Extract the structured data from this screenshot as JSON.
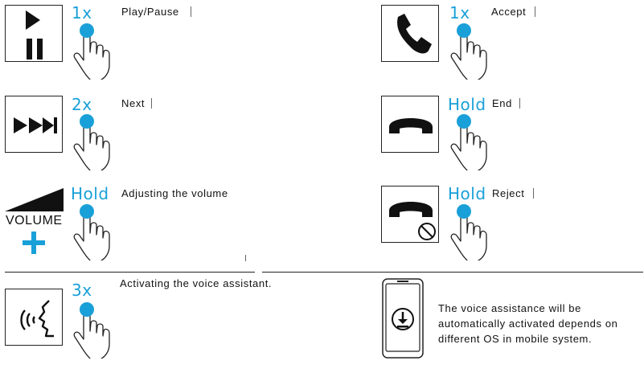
{
  "colors": {
    "accent": "#1aa0d8",
    "ink": "#111111"
  },
  "rows": [
    {
      "icon": "play-pause-icon",
      "count": "1x",
      "label": "Play/Pause"
    },
    {
      "icon": "phone-accept-icon",
      "count": "1x",
      "label": "Accept"
    },
    {
      "icon": "next-track-icon",
      "count": "2x",
      "label": "Next"
    },
    {
      "icon": "phone-end-icon",
      "count": "Hold",
      "label": "End"
    },
    {
      "icon": "volume-icon",
      "count": "Hold",
      "label": "Adjusting the volume",
      "volume_word": "VOLUME"
    },
    {
      "icon": "phone-reject-icon",
      "count": "Hold",
      "label": "Reject"
    },
    {
      "icon": "voice-assistant-icon",
      "count": "3x",
      "label": "Activating the voice assistant."
    }
  ],
  "info": {
    "icon": "phone-download-icon",
    "text": "The voice assistance will be automatically activated depends on different OS in mobile system."
  }
}
